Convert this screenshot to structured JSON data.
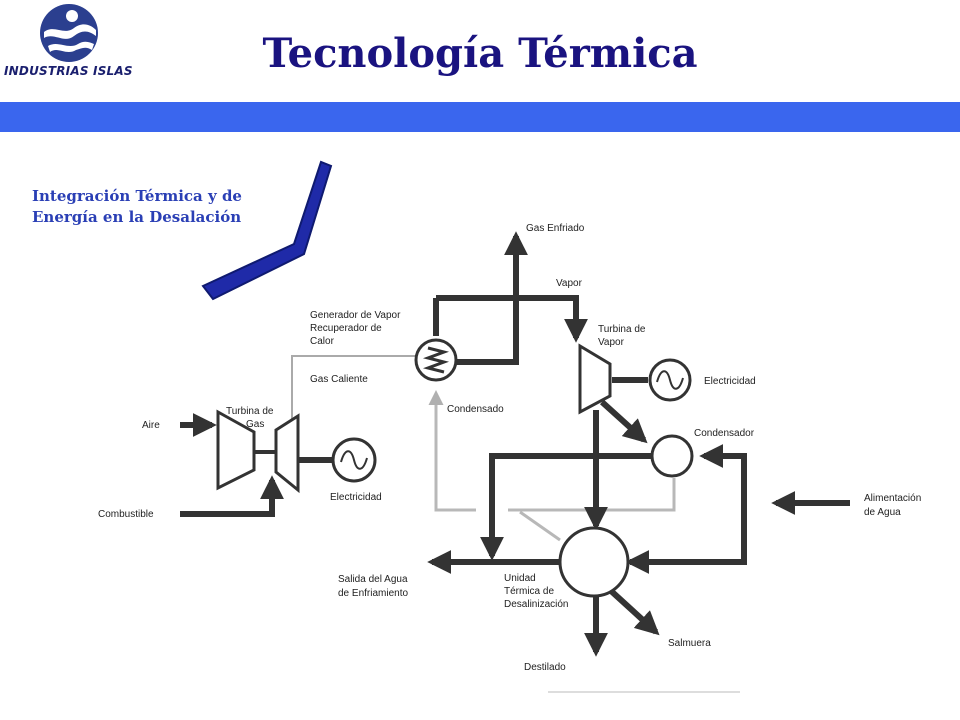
{
  "header": {
    "logo_text": "INDUSTRIAS ISLAS",
    "title": "Tecnología Térmica"
  },
  "subtitle": "Integración Térmica y de Energía en la Desalación",
  "diagram": {
    "labels": {
      "gas_enfriado": "Gas Enfriado",
      "vapor": "Vapor",
      "generador_1": "Generador de Vapor",
      "generador_2": "Recuperador de",
      "generador_3": "Calor",
      "gas_caliente": "Gas Caliente",
      "condensado": "Condensado",
      "turbina_vapor_1": "Turbina de",
      "turbina_vapor_2": "Vapor",
      "electricidad_vapor": "Electricidad",
      "condensador": "Condensador",
      "aire": "Aire",
      "turbina_gas_1": "Turbina de",
      "turbina_gas_2": "Gas",
      "electricidad_gas": "Electricidad",
      "combustible": "Combustible",
      "alimentacion_1": "Alimentación",
      "alimentacion_2": "de Agua",
      "salida_1": "Salida del Agua",
      "salida_2": "de Enfriamiento",
      "unidad_1": "Unidad",
      "unidad_2": "Térmica de",
      "unidad_3": "Desalinización",
      "salmuera": "Salmuera",
      "destilado": "Destilado"
    }
  },
  "colors": {
    "band": "#3a66ee",
    "title": "#1a1380",
    "subtitle": "#2a3fb5",
    "chevron": "#1f2aa8"
  }
}
